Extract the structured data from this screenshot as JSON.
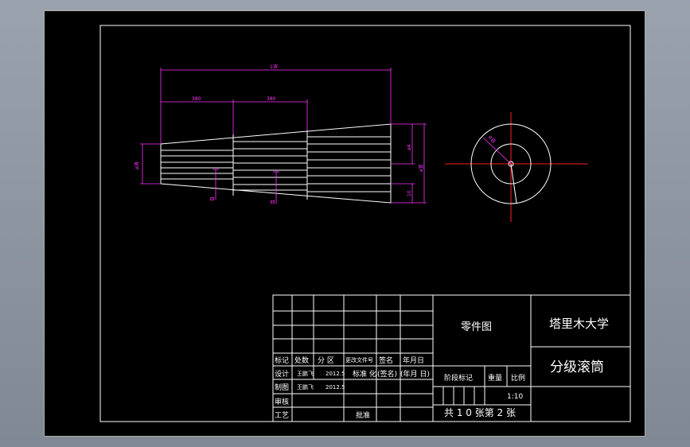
{
  "dimensions": {
    "overall_length": "1滨",
    "section_1": "380",
    "section_2": "380",
    "left_diameter": "ø消",
    "right_diameter_top": "ø4",
    "right_diameter_bottom": "ø宜",
    "right_small": "10",
    "gap_1": "目",
    "gap_2": "目",
    "circle_radius": "R目"
  },
  "title_block": {
    "part_type": "零件图",
    "school": "塔里木大学",
    "part_name": "分级滚筒",
    "rev_headers": {
      "mark": "标记",
      "count": "处数",
      "zone": "分 区",
      "doc_no": "更改文件号",
      "signature": "签名",
      "date": "年月日"
    },
    "roles": {
      "design": "设计",
      "drawing": "制图",
      "review": "审核",
      "process": "工艺"
    },
    "designer": "王鹏飞",
    "design_date": "2012.5",
    "drafter": "王鹏飞",
    "draw_date": "2012.5",
    "standardization": "标准 化",
    "sign_label": "(签名)",
    "date_label": "(年月 日)",
    "approve": "批准",
    "stage_mark": "阶段标记",
    "weight": "重量",
    "scale_label": "比例",
    "scale_value": "1:10",
    "sheet_info": "共 1 0 张第 2 张"
  },
  "colors": {
    "dimension": "#ff33ff",
    "centerline": "#ff2020",
    "outline": "#ffffff",
    "background": "#000000"
  }
}
